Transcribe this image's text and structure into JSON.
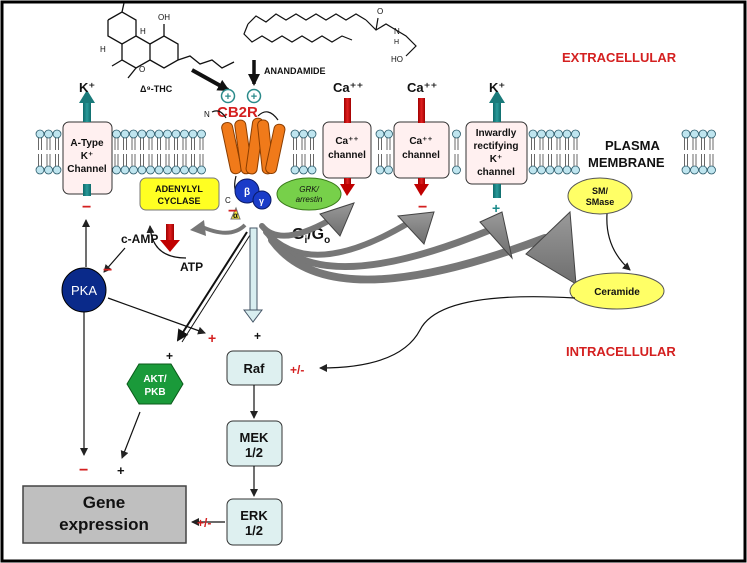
{
  "regions": {
    "extracellular": "EXTRACELLULAR",
    "intracellular": "INTRACELLULAR",
    "plasma_membrane_line1": "PLASMA",
    "plasma_membrane_line2": "MEMBRANE"
  },
  "ligands": {
    "thc": "Δ⁹-THC",
    "anandamide": "ANANDAMIDE",
    "thc_atoms": {
      "oh": "OH",
      "h1": "H",
      "h2": "H",
      "o": "O"
    },
    "anandamide_atoms": {
      "o": "O",
      "n": "N",
      "ho": "HO",
      "h": "H"
    }
  },
  "receptor": {
    "label": "CB2R",
    "n_term": "N",
    "c_term": "C",
    "beta": "β",
    "gamma": "γ",
    "alpha": "α",
    "plus_signs": [
      "+",
      "+"
    ]
  },
  "gprotein_label": {
    "g": "G",
    "i": "i",
    "slash": "/G",
    "o": "o"
  },
  "channels": [
    {
      "lines": [
        "A-Type",
        "K⁺",
        "Channel"
      ],
      "ion": "K⁺",
      "effect": "−"
    },
    {
      "lines": [
        "Ca⁺⁺",
        "channel"
      ],
      "ion": "Ca⁺⁺",
      "effect": "−"
    },
    {
      "lines": [
        "Ca⁺⁺",
        "channel"
      ],
      "ion": "Ca⁺⁺",
      "effect": "−"
    },
    {
      "lines": [
        "Inwardly",
        "rectifying",
        "K⁺",
        "channel"
      ],
      "ion": "K⁺",
      "effect": "+"
    }
  ],
  "nodes": {
    "adenylyl_cyclase": [
      "ADENYLYL",
      "CYCLASE"
    ],
    "grk_arrestin": [
      "GRK/",
      "arrestin"
    ],
    "sm_smase": [
      "SM/",
      "SMase"
    ],
    "ceramide": "Ceramide",
    "camp": "c-AMP",
    "atp": "ATP",
    "pka": "PKA",
    "akt": [
      "AKT/",
      "PKB"
    ],
    "raf": "Raf",
    "mek": [
      "MEK",
      "1/2"
    ],
    "erk": [
      "ERK",
      "1/2"
    ],
    "gene_expression": [
      "Gene",
      "expression"
    ]
  },
  "signs": {
    "ac_minus": "−",
    "pka_minus": "−",
    "pka_plus": "+",
    "akt_plus": "+",
    "raf_plus": "+",
    "raf_ceramide": "+/-",
    "erk_gene": "+/-",
    "gene_minus": "−",
    "gene_plus": "+"
  }
}
